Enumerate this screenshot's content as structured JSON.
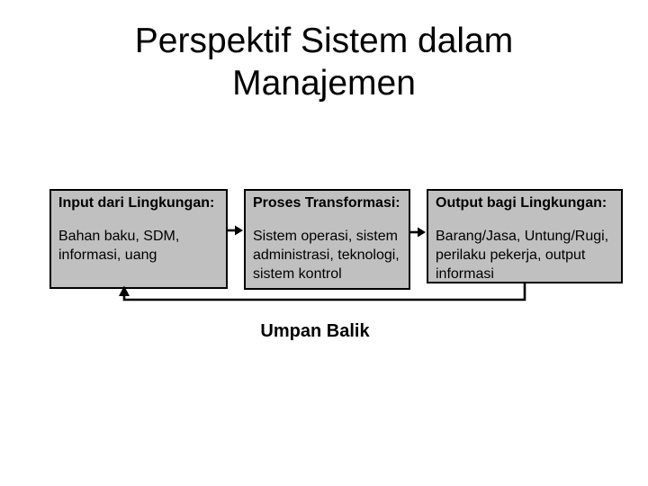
{
  "slide": {
    "title": {
      "line1": "Perspektif Sistem dalam",
      "line2": "Manajemen"
    },
    "diagram": {
      "boxes": [
        {
          "id": "input",
          "header": "Input dari Lingkungan:",
          "body": "Bahan baku, SDM, informasi, uang"
        },
        {
          "id": "process",
          "header": "Proses Transformasi:",
          "body": "Sistem operasi, sistem administrasi, teknologi, sistem kontrol"
        },
        {
          "id": "output",
          "header": "Output bagi Lingkungan:",
          "body": "Barang/Jasa, Untung/Rugi, perilaku pekerja, output informasi"
        }
      ],
      "arrows": [
        {
          "id": "flow-arrow-input-to-process",
          "from": "input",
          "to": "process",
          "direction": "right"
        },
        {
          "id": "flow-arrow-process-to-output",
          "from": "process",
          "to": "output",
          "direction": "right"
        },
        {
          "id": "feedback-arrow",
          "from": "output",
          "to": "input",
          "direction": "loop-left-up"
        }
      ],
      "feedback_label": "Umpan Balik"
    },
    "colors": {
      "background": "#FFFFFF",
      "box_fill": "#C0C0C0",
      "box_border": "#000000",
      "arrow": "#000000",
      "text": "#000000"
    }
  }
}
